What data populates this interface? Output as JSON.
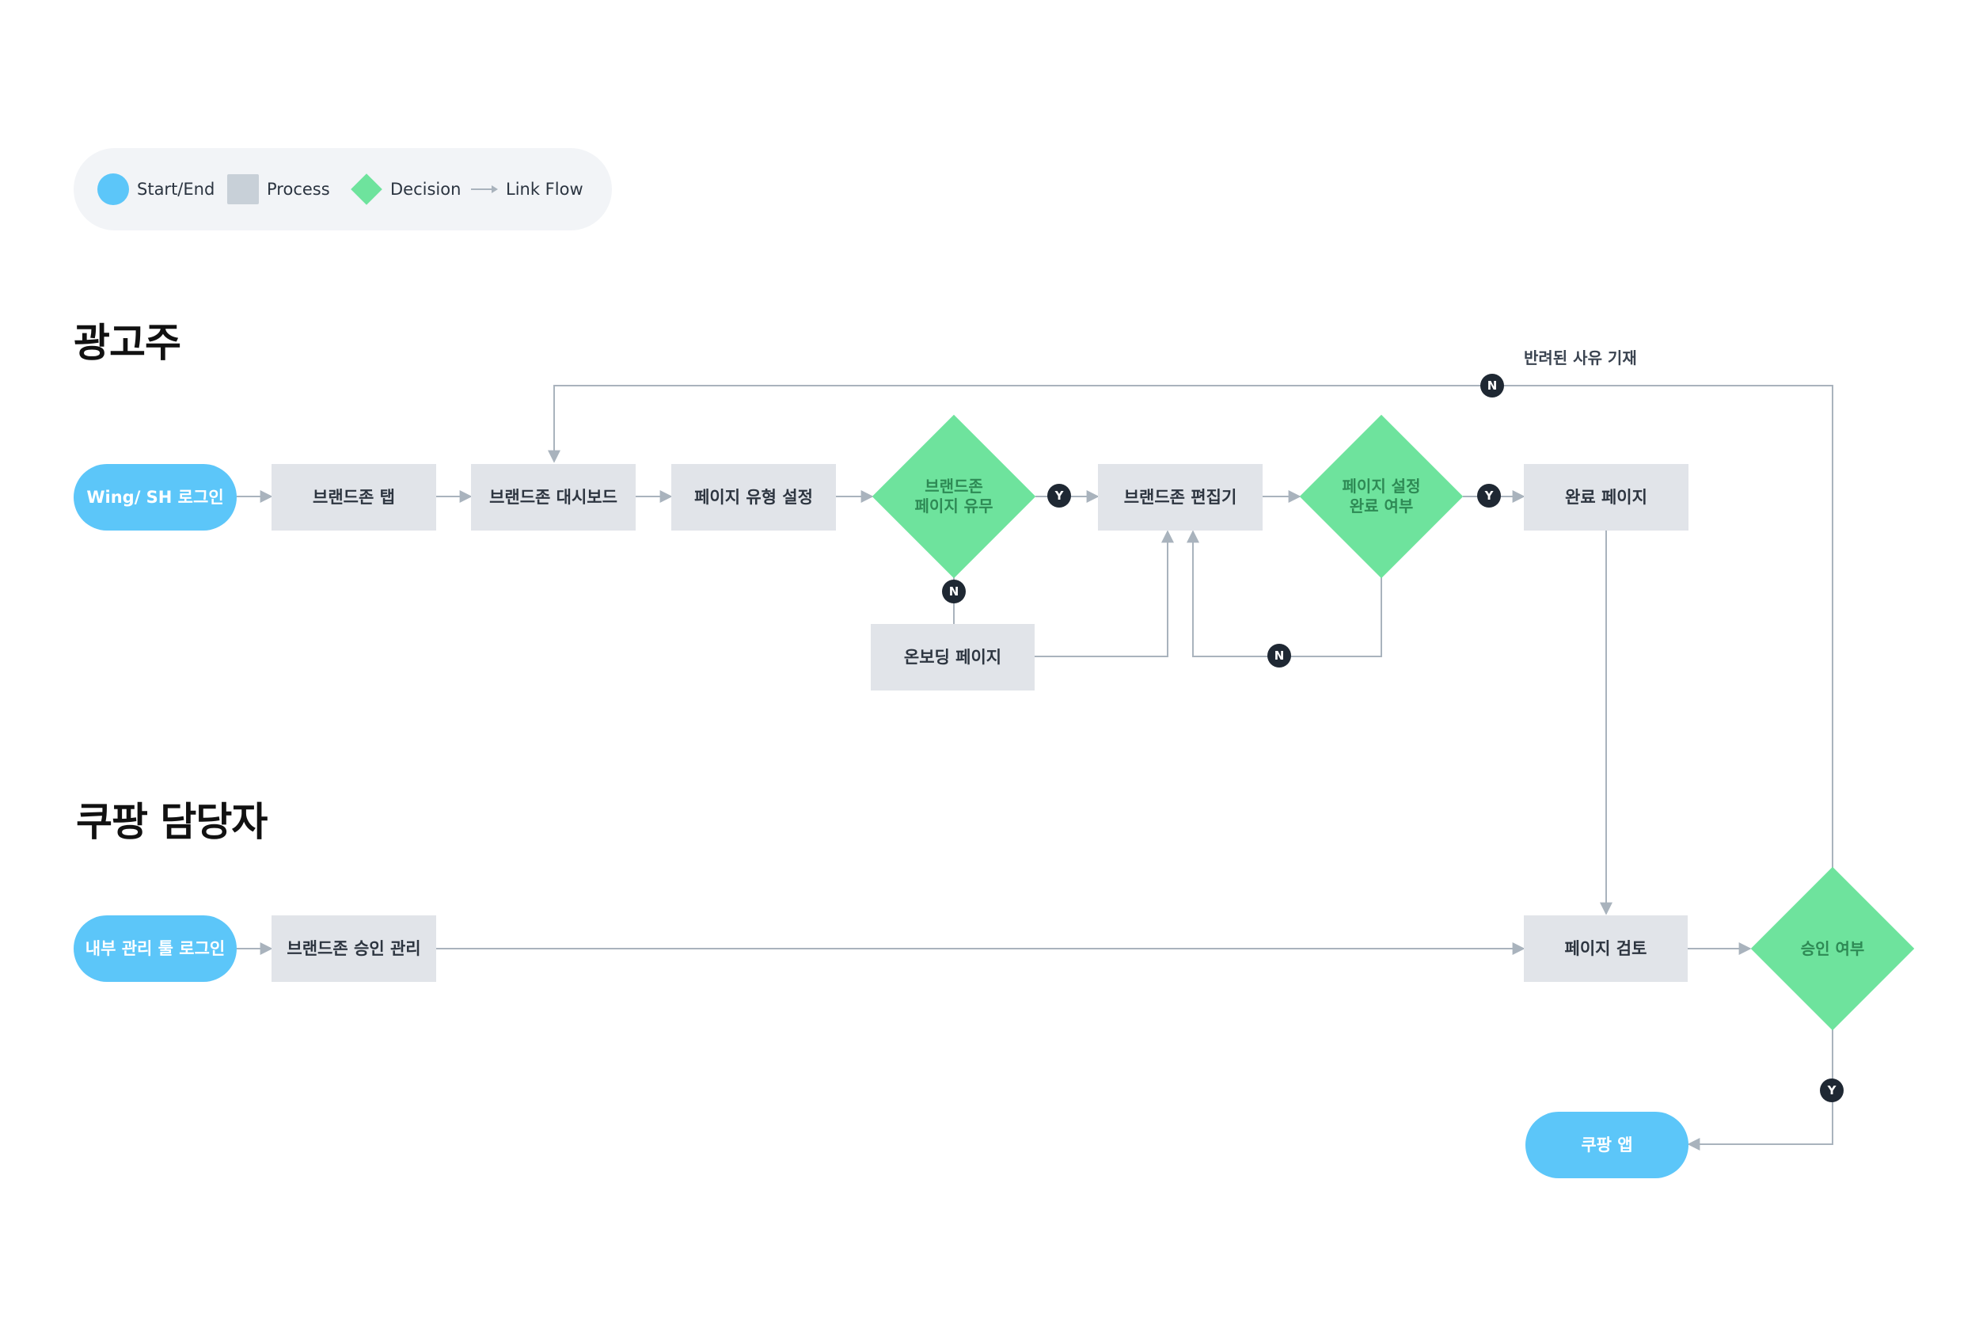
{
  "legend": {
    "start_end": "Start/End",
    "process": "Process",
    "decision": "Decision",
    "link_flow": "Link Flow"
  },
  "sections": {
    "advertiser": "광고주",
    "coupang_manager": "쿠팡 담당자"
  },
  "nodes": {
    "wing_login": "Wing/ SH 로그인",
    "brandzone_tab": "브랜드존 탭",
    "brandzone_dashboard": "브랜드존 대시보드",
    "page_type_setting": "페이지 유형 설정",
    "brandzone_page_exists": "브랜드존\n페이지 유무",
    "brandzone_editor": "브랜드존 편집기",
    "page_setting_done": "페이지 설정\n완료 여부",
    "complete_page": "완료 페이지",
    "onboarding_page": "온보딩 페이지",
    "internal_tool_login": "내부 관리 툴 로그인",
    "brandzone_approval_mgmt": "브랜드존 승인 관리",
    "page_review": "페이지 검토",
    "approval_decision": "승인 여부",
    "coupang_app": "쿠팡 앱"
  },
  "edge_labels": {
    "rejection_reason": "반려된 사유 기재",
    "yes": "Y",
    "no": "N"
  },
  "colors": {
    "terminal": "#5cc6f9",
    "process": "#e1e4e9",
    "decision": "#6ee39d",
    "connector": "#a9b3bd",
    "badge": "#1f2833"
  }
}
